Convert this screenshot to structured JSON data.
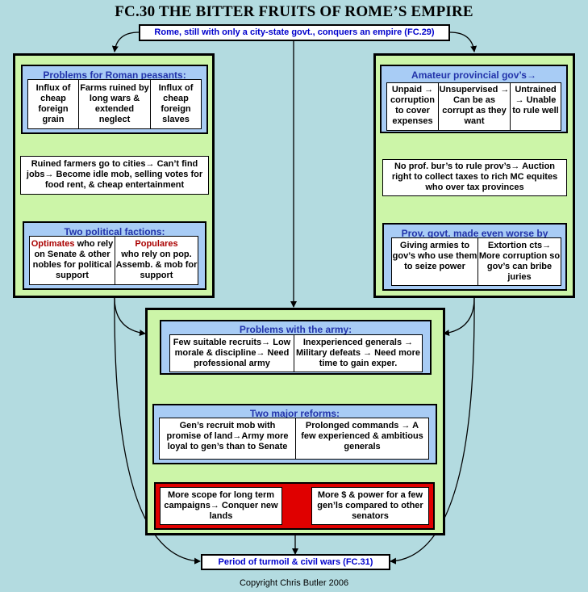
{
  "title": "FC.30 THE BITTER FRUITS OF ROME’S EMPIRE",
  "top_node": "Rome, still with only a city-state govt., conquers an empire (FC.29)",
  "left": {
    "peasants_title": "Problems for Roman peasants:",
    "peasants_cells": [
      "Influx of cheap foreign grain",
      "Farms ruined by long wars & extended neglect",
      "Influx of cheap foreign slaves"
    ],
    "ruined_text": "Ruined farmers go to cities→ Can’t find jobs→ Become idle mob, selling votes for food rent, & cheap entertainment",
    "factions_title": "Two political factions:",
    "optimates_name": "Optimates",
    "optimates_text": "who rely on Senate & other nobles for political support",
    "populares_name": "Populares",
    "populares_text": "who rely on pop. Assemb. & mob for support"
  },
  "right": {
    "amateur_title": "Amateur provincial gov’s→",
    "amateur_cells": [
      "Unpaid → corruption to cover expenses",
      "Unsupervised → Can be as corrupt as they want",
      "Untrained → Unable to rule well"
    ],
    "nobur_text": "No prof. bur’s to rule prov’s→ Auction right to collect taxes to rich MC equites who over tax provinces",
    "worse_title": "Prov. govt. made even worse by",
    "worse_cells": [
      "Giving armies to gov’s who use them to seize power",
      "Extortion cts→ More corruption so gov’s can bribe juries"
    ]
  },
  "center": {
    "army_title": "Problems with the army:",
    "army_cells": [
      "Few suitable recruits→ Low morale & discipline→ Need professional army",
      "Inexperienced generals → Military defeats → Need more time to gain exper."
    ],
    "reforms_title": "Two major reforms:",
    "reforms_cells": [
      "Gen’s recruit mob with promise of land→Army more loyal to gen’s than to Senate",
      "Prolonged commands → A few experienced & ambitious generals"
    ],
    "result_cells": [
      "More scope for long term campaigns→ Conquer new lands",
      "More $ & power for a few gen’ls compared to other senators"
    ]
  },
  "bottom_node": "Period of turmoil & civil wars (FC.31)",
  "copyright": "Copyright Chris Butler 2006",
  "colors": {
    "background": "#b3dbe0",
    "panel_green": "#ccf5a8",
    "box_blue": "#a8ccf5",
    "heading_blue": "#2233aa",
    "red_box": "#e00000",
    "faction_red": "#aa0000"
  }
}
